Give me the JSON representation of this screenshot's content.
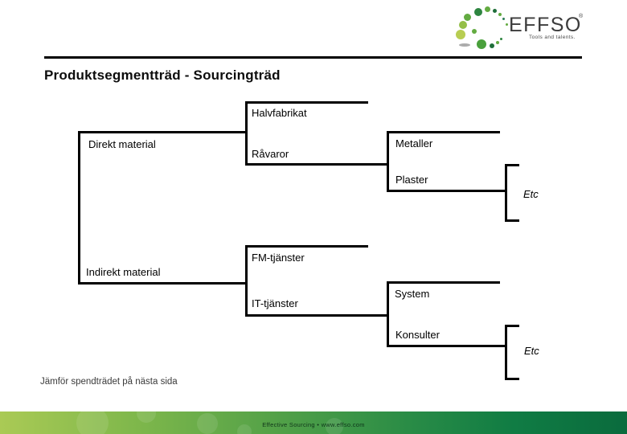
{
  "slide": {
    "title": "Produktsegmentträd - Sourcingträd",
    "footnote": "Jämför spendträdet på nästa sida",
    "footer_text": "Effective Sourcing • www.effso.com"
  },
  "logo": {
    "brand": "EFFSO",
    "trademark": "®",
    "tagline": "Tools and talents.",
    "icon": "green-dots-swirl-icon"
  },
  "tree": {
    "nodes": {
      "direkt": "Direkt material",
      "halvfabrikat": "Halvfabrikat",
      "ravaror": "Råvaror",
      "metaller": "Metaller",
      "plaster": "Plaster",
      "etc1": "Etc",
      "indirekt": "Indirekt material",
      "fm": "FM-tjänster",
      "it": "IT-tjänster",
      "system": "System",
      "konsulter": "Konsulter",
      "etc2": "Etc"
    }
  },
  "colors": {
    "line": "#000000",
    "title": "#0d0d0d",
    "footer_bar_left": "#aaca55",
    "footer_bar_right": "#0a6b3d",
    "logo_green_light": "#b8cd52",
    "logo_green_mid": "#63ab41",
    "logo_green_dark": "#2e8540"
  }
}
